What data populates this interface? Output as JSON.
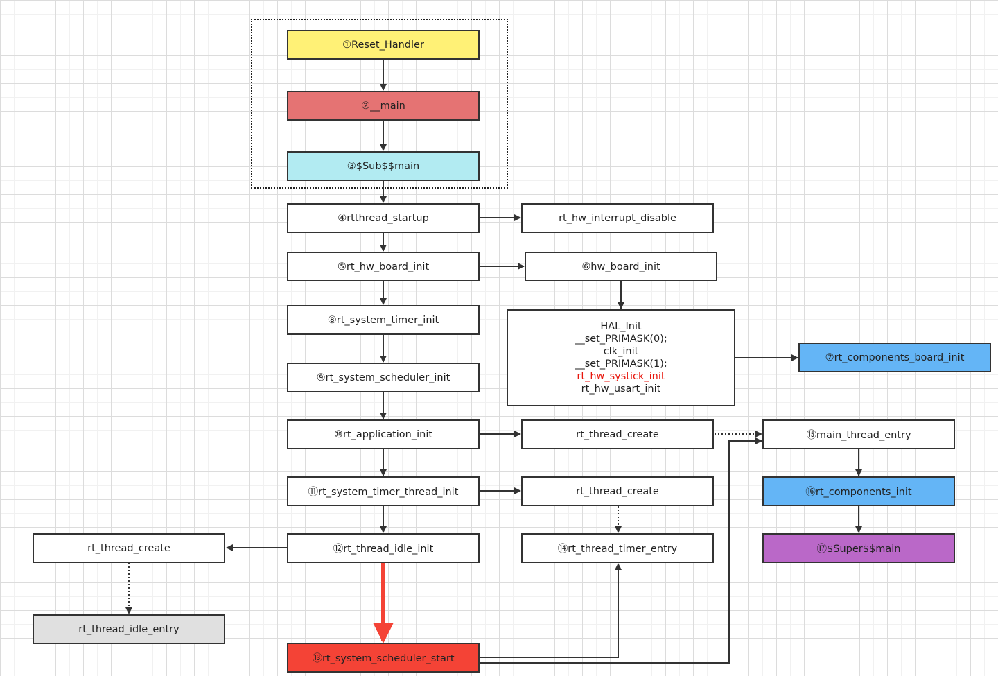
{
  "nodes": {
    "reset_handler": "①Reset_Handler",
    "main": "②__main",
    "sub_main": "③$Sub$$main",
    "rtthread_startup": "④rtthread_startup",
    "rt_hw_board_init": "⑤rt_hw_board_init",
    "hw_board_init": "⑥hw_board_init",
    "rt_components_board_init": "⑦rt_components_board_init",
    "rt_system_timer_init": "⑧rt_system_timer_init",
    "rt_system_scheduler_init": "⑨rt_system_scheduler_init",
    "rt_application_init": "⑩rt_application_init",
    "rt_system_timer_thread_init": "⑪rt_system_timer_thread_init",
    "rt_thread_idle_init": "⑫rt_thread_idle_init",
    "rt_system_scheduler_start": "⑬rt_system_scheduler_start",
    "rt_thread_timer_entry": "⑭rt_thread_timer_entry",
    "main_thread_entry": "⑮main_thread_entry",
    "rt_components_init": "⑯rt_components_init",
    "super_main": "⑰$Super$$main",
    "rt_hw_interrupt_disable": "rt_hw_interrupt_disable",
    "rt_thread_create_app": "rt_thread_create",
    "rt_thread_create_timer": "rt_thread_create",
    "rt_thread_create_idle": "rt_thread_create",
    "rt_thread_idle_entry": "rt_thread_idle_entry"
  },
  "hal_block": {
    "lines": [
      "HAL_Init",
      "__set_PRIMASK(0);",
      "clk_init",
      "__set_PRIMASK(1);",
      "rt_hw_systick_init",
      "rt_hw_usart_init"
    ],
    "highlight_line": "rt_hw_systick_init"
  },
  "colors": {
    "yellow": "#fff176",
    "coral": "#e57373",
    "cyan": "#b2ebf2",
    "blue": "#64b5f6",
    "purple": "#ba68c8",
    "gray": "#e0e0e0",
    "red": "#f44336",
    "highlight_text": "#e8160c"
  }
}
